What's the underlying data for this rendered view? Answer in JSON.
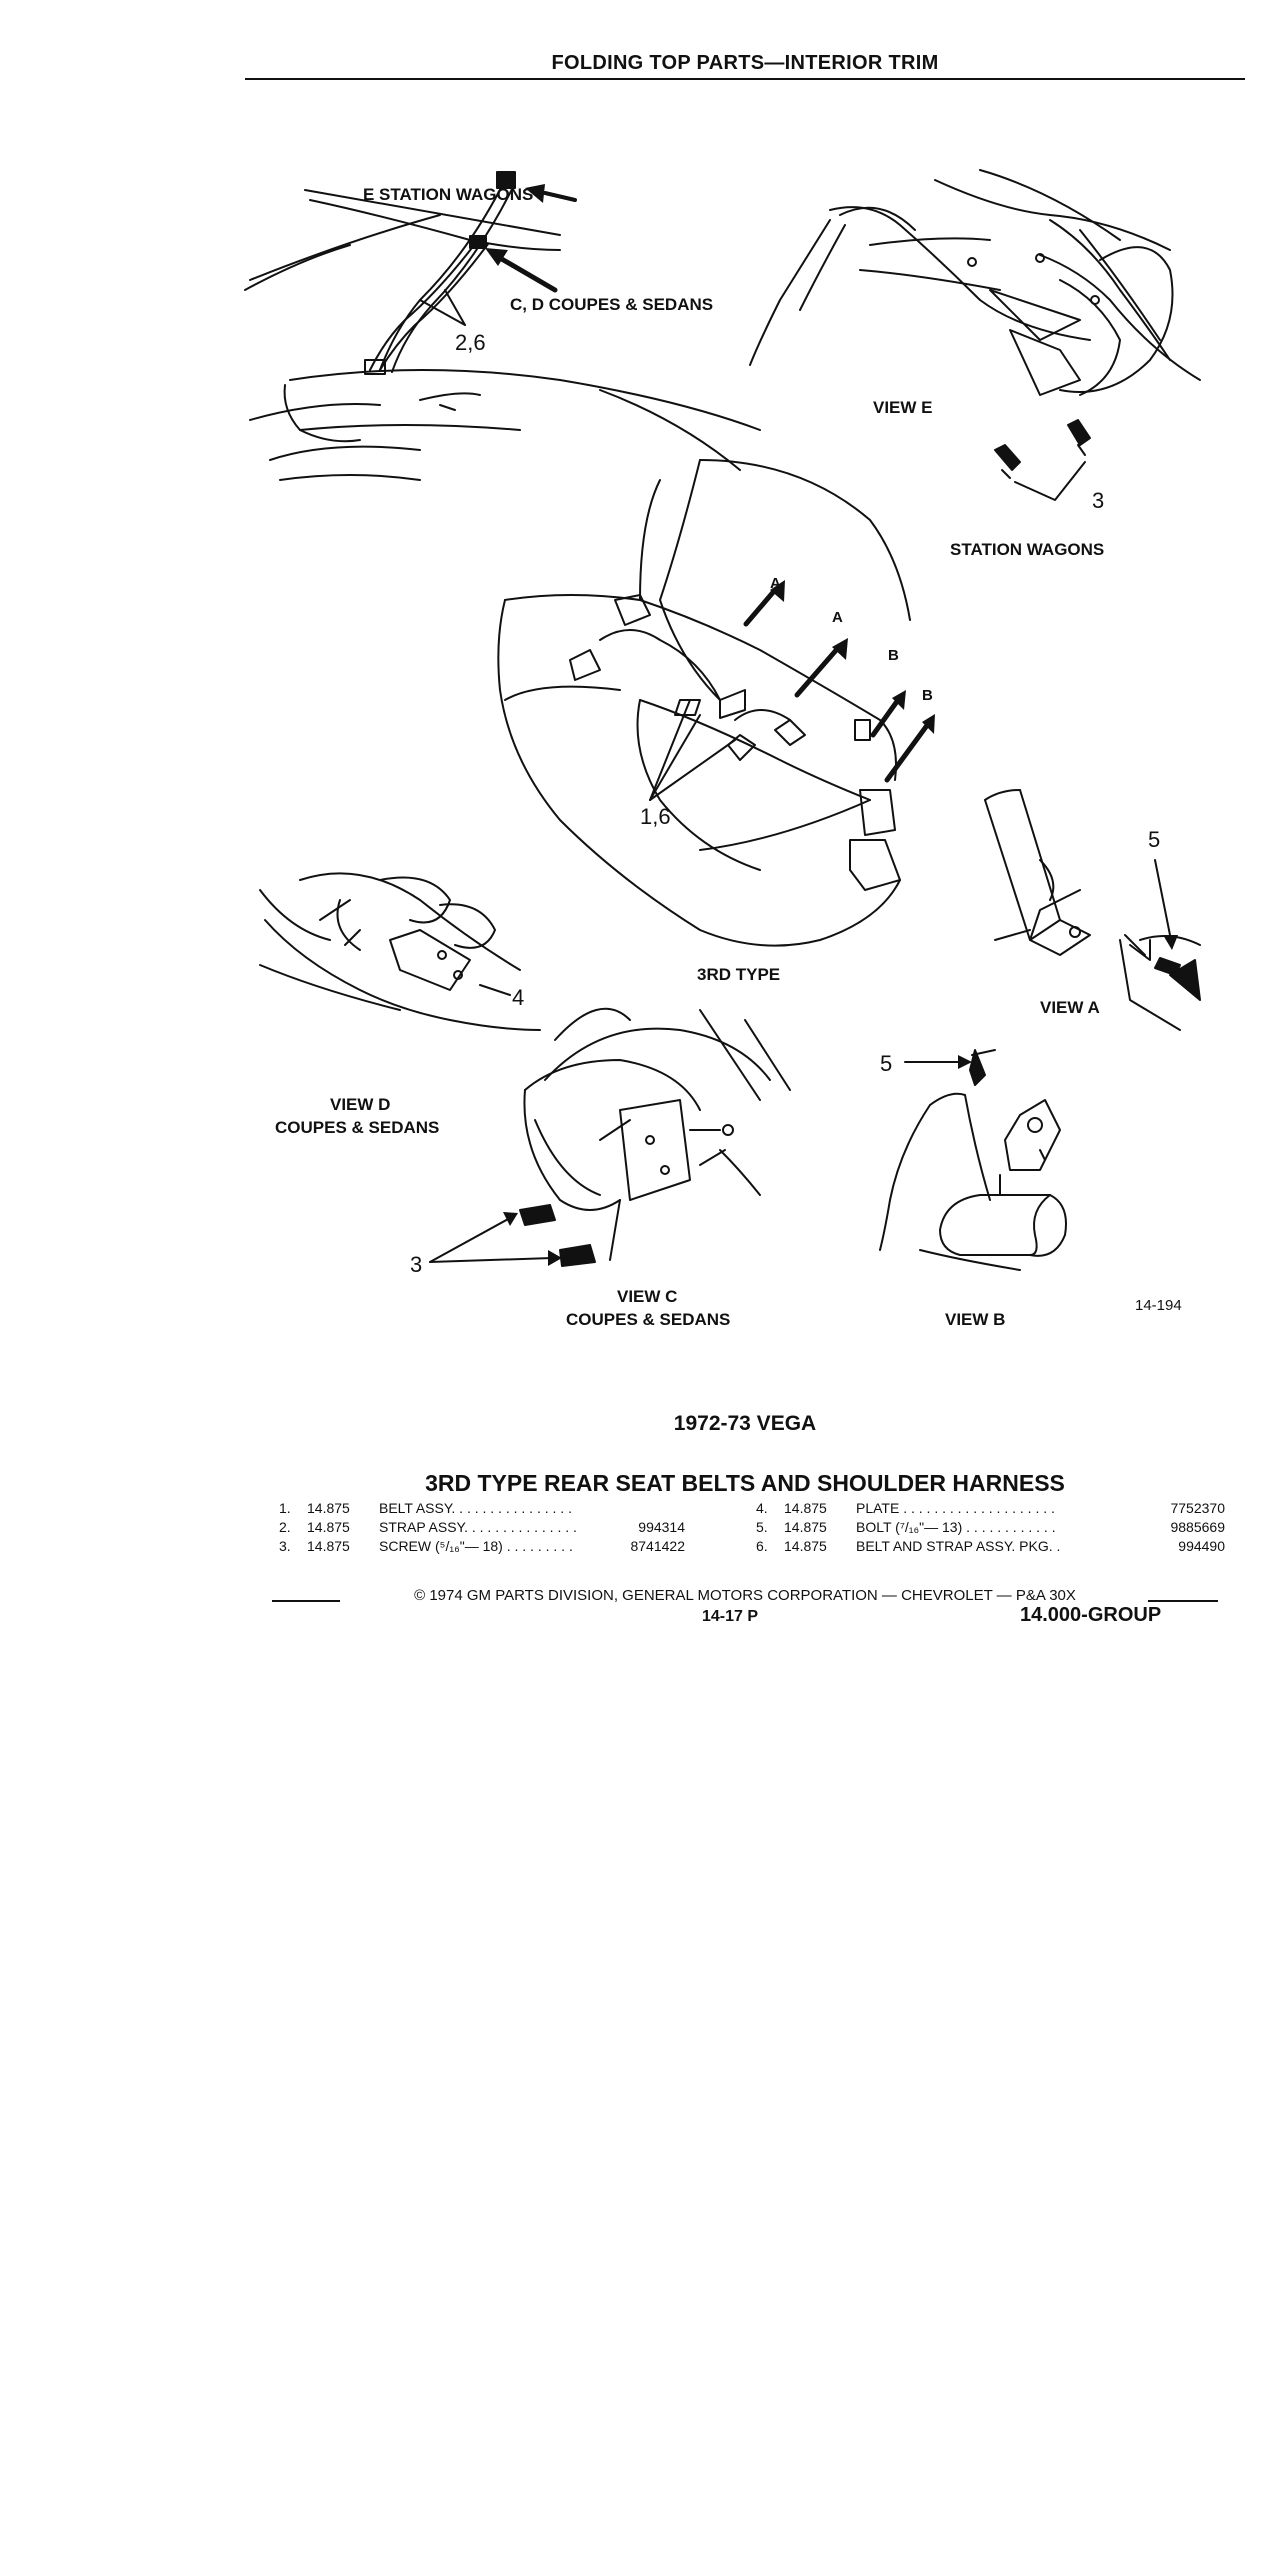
{
  "header": {
    "title": "FOLDING TOP PARTS—INTERIOR TRIM"
  },
  "labels": {
    "e_station_wagons": "E STATION WAGONS",
    "cd_coupes_sedans": "C, D COUPES & SEDANS",
    "callout_2_6": "2,6",
    "view_e": "VIEW E",
    "station_wagons": "STATION WAGONS",
    "callout_3_top": "3",
    "a1": "A",
    "a2": "A",
    "b1": "B",
    "b2": "B",
    "callout_1_6": "1,6",
    "callout_5_a": "5",
    "view_a": "VIEW A",
    "third_type": "3RD TYPE",
    "callout_4": "4",
    "view_d": "VIEW D",
    "view_d_sub": "COUPES & SEDANS",
    "callout_5_b": "5",
    "callout_3_bottom": "3",
    "view_c": "VIEW C",
    "view_c_sub": "COUPES & SEDANS",
    "view_b": "VIEW B",
    "fig_number": "14-194"
  },
  "model": "1972-73 VEGA",
  "section_title": "3RD TYPE REAR SEAT BELTS AND SHOULDER HARNESS",
  "parts_left": [
    {
      "num": "1.",
      "group": "14.875",
      "desc": "BELT ASSY. . . . . . . . . . . . . . . .",
      "part": ""
    },
    {
      "num": "2.",
      "group": "14.875",
      "desc": "STRAP ASSY. . . . . . . . . . . . . . .",
      "part": "994314"
    },
    {
      "num": "3.",
      "group": "14.875",
      "desc": "SCREW (⁵/₁₆\"— 18) . . . . . . . . .",
      "part": "8741422"
    }
  ],
  "parts_right": [
    {
      "num": "4.",
      "group": "14.875",
      "desc": "PLATE . . . . . . . . . . . . . . . . . . . .",
      "part": "7752370"
    },
    {
      "num": "5.",
      "group": "14.875",
      "desc": "BOLT (⁷/₁₆\"— 13) . . . . . . . . . . . .",
      "part": "9885669"
    },
    {
      "num": "6.",
      "group": "14.875",
      "desc": "BELT AND STRAP ASSY. PKG. .",
      "part": "994490"
    }
  ],
  "footer": {
    "copyright": "© 1974 GM PARTS DIVISION, GENERAL MOTORS CORPORATION — CHEVROLET — P&A 30X",
    "page": "14-17  P",
    "group": "14.000-GROUP"
  }
}
